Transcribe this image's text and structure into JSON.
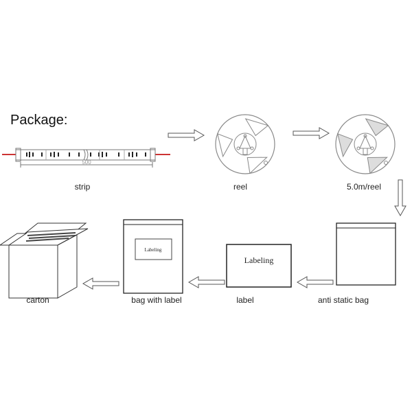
{
  "title": "Package:",
  "steps": {
    "strip": "strip",
    "reel": "reel",
    "reel_full": "5.0m/reel",
    "anti_static_bag": "anti static bag",
    "label": "label",
    "bag_with_label": "bag with label",
    "carton": "carton"
  },
  "strip_dimension": "500",
  "label_text": "Labeling"
}
